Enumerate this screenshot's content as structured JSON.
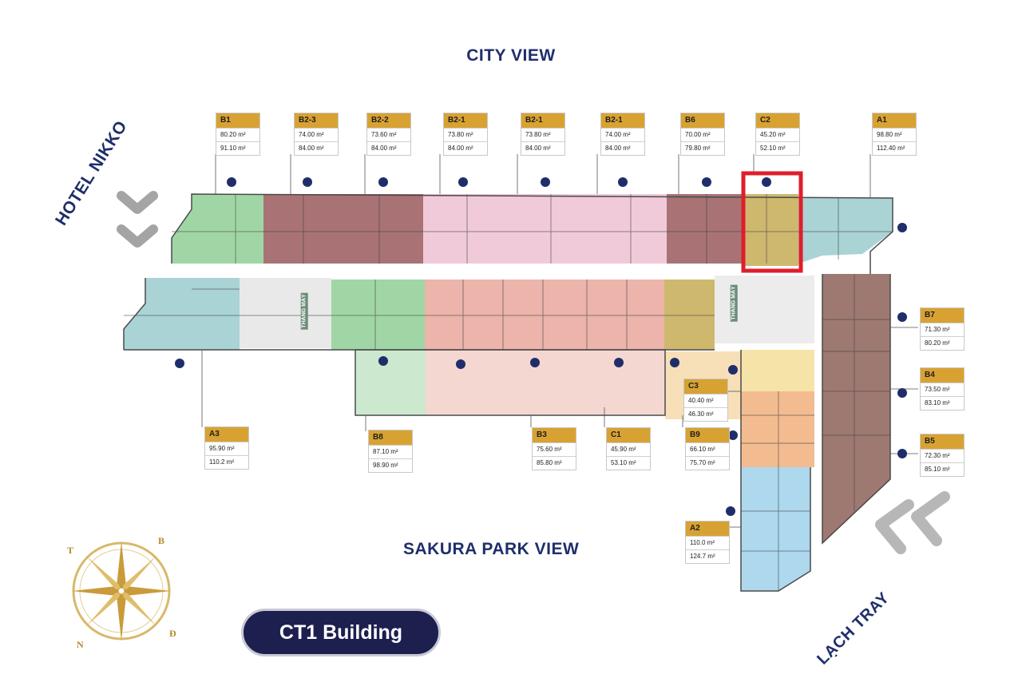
{
  "views": {
    "top": "CITY VIEW",
    "bottom": "SAKURA PARK VIEW",
    "left": "HOTEL NIKKO",
    "right": "LẠCH TRAY"
  },
  "building": {
    "label": "CT1 Building"
  },
  "compass": {
    "north": "T",
    "east": "B",
    "south": "Đ",
    "west": "N"
  },
  "colors": {
    "label_navy": "#1f2e6b",
    "card_header": "#d8a233",
    "highlight": "#e01e2b",
    "green": "#8fcf95",
    "maroon": "#9a5a5e",
    "pink": "#f0c4d6",
    "salmon": "#e9a79c",
    "teal": "#9bcbcf",
    "olive": "#c5ac55",
    "orange": "#f1b07c",
    "brown": "#8d6158",
    "sky": "#9fd1ea"
  },
  "units": [
    {
      "code": "B1",
      "area_1": "80.20 m²",
      "area_2": "91.10 m²"
    },
    {
      "code": "B2-3",
      "area_1": "74.00 m²",
      "area_2": "84.00 m²"
    },
    {
      "code": "B2-2",
      "area_1": "73.60 m²",
      "area_2": "84.00 m²"
    },
    {
      "code": "B2-1",
      "area_1": "73.80 m²",
      "area_2": "84.00 m²"
    },
    {
      "code": "B2-1",
      "area_1": "73.80 m²",
      "area_2": "84.00 m²"
    },
    {
      "code": "B2-1",
      "area_1": "74.00 m²",
      "area_2": "84.00 m²"
    },
    {
      "code": "B6",
      "area_1": "70.00 m²",
      "area_2": "79.80 m²"
    },
    {
      "code": "C2",
      "area_1": "45.20 m²",
      "area_2": "52.10 m²"
    },
    {
      "code": "A1",
      "area_1": "98.80 m²",
      "area_2": "112.40 m²"
    },
    {
      "code": "B7",
      "area_1": "71.30 m²",
      "area_2": "80.20 m²"
    },
    {
      "code": "B4",
      "area_1": "73.50 m²",
      "area_2": "83.10 m²"
    },
    {
      "code": "B5",
      "area_1": "72.30 m²",
      "area_2": "85.10 m²"
    },
    {
      "code": "C3",
      "area_1": "40.40 m²",
      "area_2": "46.30 m²"
    },
    {
      "code": "A3",
      "area_1": "95.90 m²",
      "area_2": "110.2 m²"
    },
    {
      "code": "B8",
      "area_1": "87.10 m²",
      "area_2": "98.90 m²"
    },
    {
      "code": "B3",
      "area_1": "75.60 m²",
      "area_2": "85.80 m²"
    },
    {
      "code": "C1",
      "area_1": "45.90 m²",
      "area_2": "53.10 m²"
    },
    {
      "code": "B9",
      "area_1": "66.10 m²",
      "area_2": "75.70 m²"
    },
    {
      "code": "A2",
      "area_1": "110.0 m²",
      "area_2": "124.7 m²"
    }
  ],
  "lifts": [
    "THANG MÁY",
    "THANG MÁY"
  ]
}
